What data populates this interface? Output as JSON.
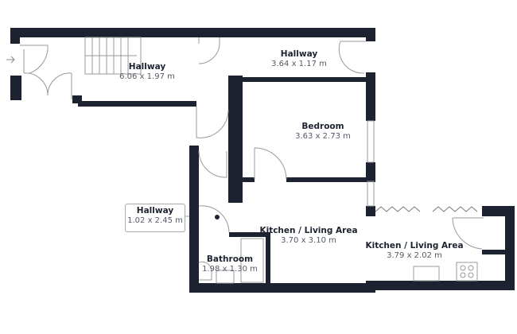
{
  "colors": {
    "wall": "#1d2230",
    "door": "#888888",
    "text": "#1d2230",
    "dim": "#555a66"
  },
  "rooms": [
    {
      "name": "Hallway",
      "dims": "6.06 x 1.97 m"
    },
    {
      "name": "Hallway",
      "dims": "3.64 x 1.17 m"
    },
    {
      "name": "Bedroom",
      "dims": "3.63 x 2.73 m"
    },
    {
      "name": "Hallway",
      "dims": "1.02 x 2.45 m"
    },
    {
      "name": "Kitchen / Living Area",
      "dims": "3.70 x 3.10 m"
    },
    {
      "name": "Kitchen / Living Area",
      "dims": "3.79 x 2.02 m"
    },
    {
      "name": "Bathroom",
      "dims": "1.98 x 1.30 m"
    }
  ]
}
